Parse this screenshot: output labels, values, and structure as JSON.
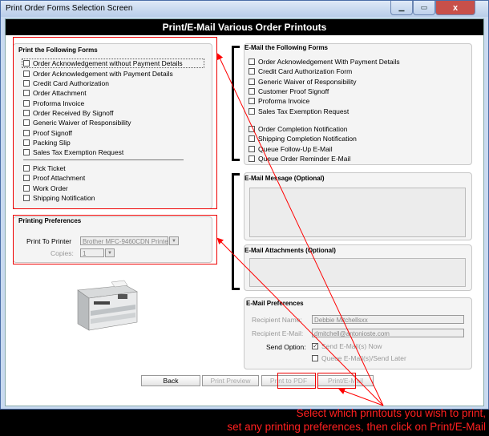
{
  "window": {
    "title": "Print Order Forms Selection Screen",
    "min_icon": "minimize-icon",
    "max_icon": "maximize-icon",
    "close_icon": "close-icon",
    "close_symbol": "x"
  },
  "header": {
    "title": "Print/E-Mail Various Order Printouts"
  },
  "print_forms": {
    "title": "Print the Following Forms",
    "group1": [
      "Order Acknowledgement without Payment Details",
      "Order Acknowledgement with Payment Details",
      "Credit Card Authorization",
      "Order Attachment",
      "Proforma Invoice",
      "Order Received By Signoff",
      "Generic Waiver of Responsibility",
      "Proof Signoff",
      "Packing Slip",
      "Sales Tax Exemption Request"
    ],
    "group2": [
      "Pick Ticket",
      "Proof Attachment",
      "Work Order",
      "Shipping Notification"
    ]
  },
  "print_prefs": {
    "title": "Printing Preferences",
    "printer_label": "Print To Printer",
    "printer_value": "Brother MFC-9460CDN Printer",
    "copies_label": "Copies:",
    "copies_value": "1"
  },
  "email_forms": {
    "title": "E-Mail the Following Forms",
    "group1": [
      "Order Acknowledgement With Payment Details",
      "Credit Card Authorization Form",
      "Generic Waiver of Responsibility",
      "Customer Proof Signoff",
      "Proforma Invoice",
      "Sales Tax Exemption Request"
    ],
    "group2": [
      "Order Completion Notification",
      "Shipping Completion Notification",
      "Queue Follow-Up E-Mail",
      "Queue Order Reminder E-Mail"
    ]
  },
  "email_message": {
    "title": "E-Mail Message (Optional)"
  },
  "email_attachments": {
    "title": "E-Mail Attachments (Optional)"
  },
  "email_prefs": {
    "title": "E-Mail  Preferences",
    "recipient_name_label": "Recipient Name:",
    "recipient_name_value": "Debbie Mitchellsxx",
    "recipient_email_label": "Recipient E-Mail:",
    "recipient_email_value": "dmitchell@antonioste.com",
    "send_option_label": "Send Option:",
    "send_now_label": "Send E-Mail(s) Now",
    "send_now_checked": true,
    "send_later_label": "Queue E-Mail(s)/Send Later",
    "checkmark": "✓"
  },
  "buttons": {
    "back": "Back",
    "print_preview": "Print Preview",
    "print_to_pdf": "Print to PDF",
    "print_email": "Print/E-Mail"
  },
  "caption": {
    "line1": "Select which printouts you wish to print,",
    "line2": "set any printing preferences, then click on Print/E-Mail"
  },
  "colors": {
    "annotation": "#ff0000",
    "header_bg": "#000000",
    "window_frame": "#c9daf0"
  }
}
